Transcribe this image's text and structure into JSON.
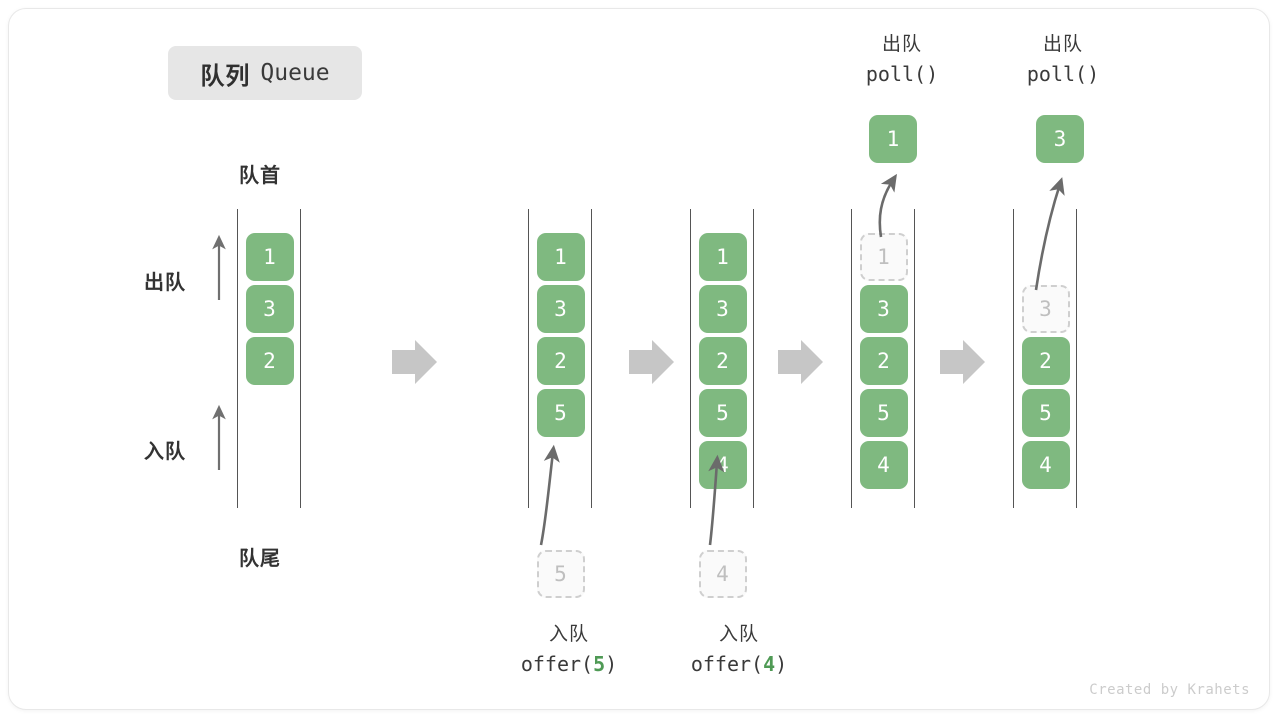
{
  "title": {
    "cn": "队列",
    "en": "Queue"
  },
  "labels": {
    "head": "队首",
    "tail": "队尾",
    "dequeue": "出队",
    "enqueue": "入队"
  },
  "watermark": "Created by Krahets",
  "colors": {
    "cell_fill": "#7fb980",
    "cell_text": "#ffffff",
    "ghost_fill": "#fafafa",
    "ghost_border": "#cfcfcf",
    "ghost_text": "#bfbfbf",
    "rail": "#555555",
    "arrow": "#bdbdbd",
    "curve_arrow": "#6b6b6b",
    "badge_bg": "#e6e6e6",
    "accent_green": "#4f9a55",
    "watermark": "#cccccc"
  },
  "operations": {
    "offer5": {
      "cn": "入队",
      "fn": "offer(",
      "num": "5",
      "close": ")"
    },
    "offer4": {
      "cn": "入队",
      "fn": "offer(",
      "num": "4",
      "close": ")"
    },
    "poll1": {
      "cn": "出队",
      "fn": "poll()"
    },
    "poll2": {
      "cn": "出队",
      "fn": "poll()"
    }
  },
  "columns": [
    {
      "id": "queue-state-1",
      "cells": [
        {
          "value": "1",
          "state": "filled"
        },
        {
          "value": "3",
          "state": "filled"
        },
        {
          "value": "2",
          "state": "filled"
        }
      ],
      "pending": null,
      "popped": null
    },
    {
      "id": "queue-state-2",
      "cells": [
        {
          "value": "1",
          "state": "filled"
        },
        {
          "value": "3",
          "state": "filled"
        },
        {
          "value": "2",
          "state": "filled"
        },
        {
          "value": "5",
          "state": "filled"
        }
      ],
      "pending": {
        "value": "5",
        "state": "ghost"
      },
      "popped": null
    },
    {
      "id": "queue-state-3",
      "cells": [
        {
          "value": "1",
          "state": "filled"
        },
        {
          "value": "3",
          "state": "filled"
        },
        {
          "value": "2",
          "state": "filled"
        },
        {
          "value": "5",
          "state": "filled"
        },
        {
          "value": "4",
          "state": "filled"
        }
      ],
      "pending": {
        "value": "4",
        "state": "ghost"
      },
      "popped": null
    },
    {
      "id": "queue-state-4",
      "cells": [
        {
          "value": "1",
          "state": "ghost"
        },
        {
          "value": "3",
          "state": "filled"
        },
        {
          "value": "2",
          "state": "filled"
        },
        {
          "value": "5",
          "state": "filled"
        },
        {
          "value": "4",
          "state": "filled"
        }
      ],
      "pending": null,
      "popped": {
        "value": "1",
        "state": "filled"
      }
    },
    {
      "id": "queue-state-5",
      "cells": [
        {
          "value": "",
          "state": "empty"
        },
        {
          "value": "3",
          "state": "ghost"
        },
        {
          "value": "2",
          "state": "filled"
        },
        {
          "value": "5",
          "state": "filled"
        },
        {
          "value": "4",
          "state": "filled"
        }
      ],
      "pending": null,
      "popped": {
        "value": "3",
        "state": "filled"
      }
    }
  ]
}
